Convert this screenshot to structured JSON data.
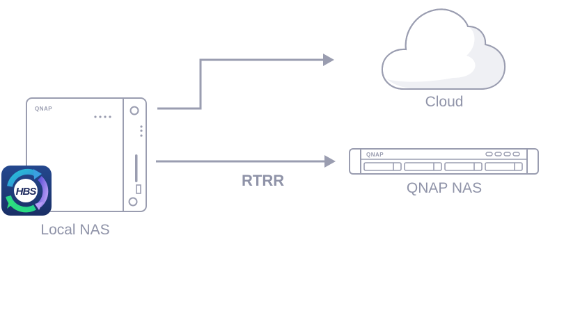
{
  "diagram": {
    "nodes": {
      "local_nas": {
        "label": "Local NAS",
        "brand": "QNAP",
        "app_badge": "HBS"
      },
      "cloud": {
        "label": "Cloud"
      },
      "qnap_nas": {
        "label": "QNAP NAS",
        "brand": "QNAP"
      }
    },
    "edges": [
      {
        "from": "local_nas",
        "to": "cloud",
        "label": ""
      },
      {
        "from": "local_nas",
        "to": "qnap_nas",
        "label": "RTRR"
      }
    ],
    "colors": {
      "stroke": "#8f93a8",
      "text": "#8f93a8",
      "cloud_fill": "#eff0f4",
      "badge_bg": "#1f3c7a"
    }
  }
}
